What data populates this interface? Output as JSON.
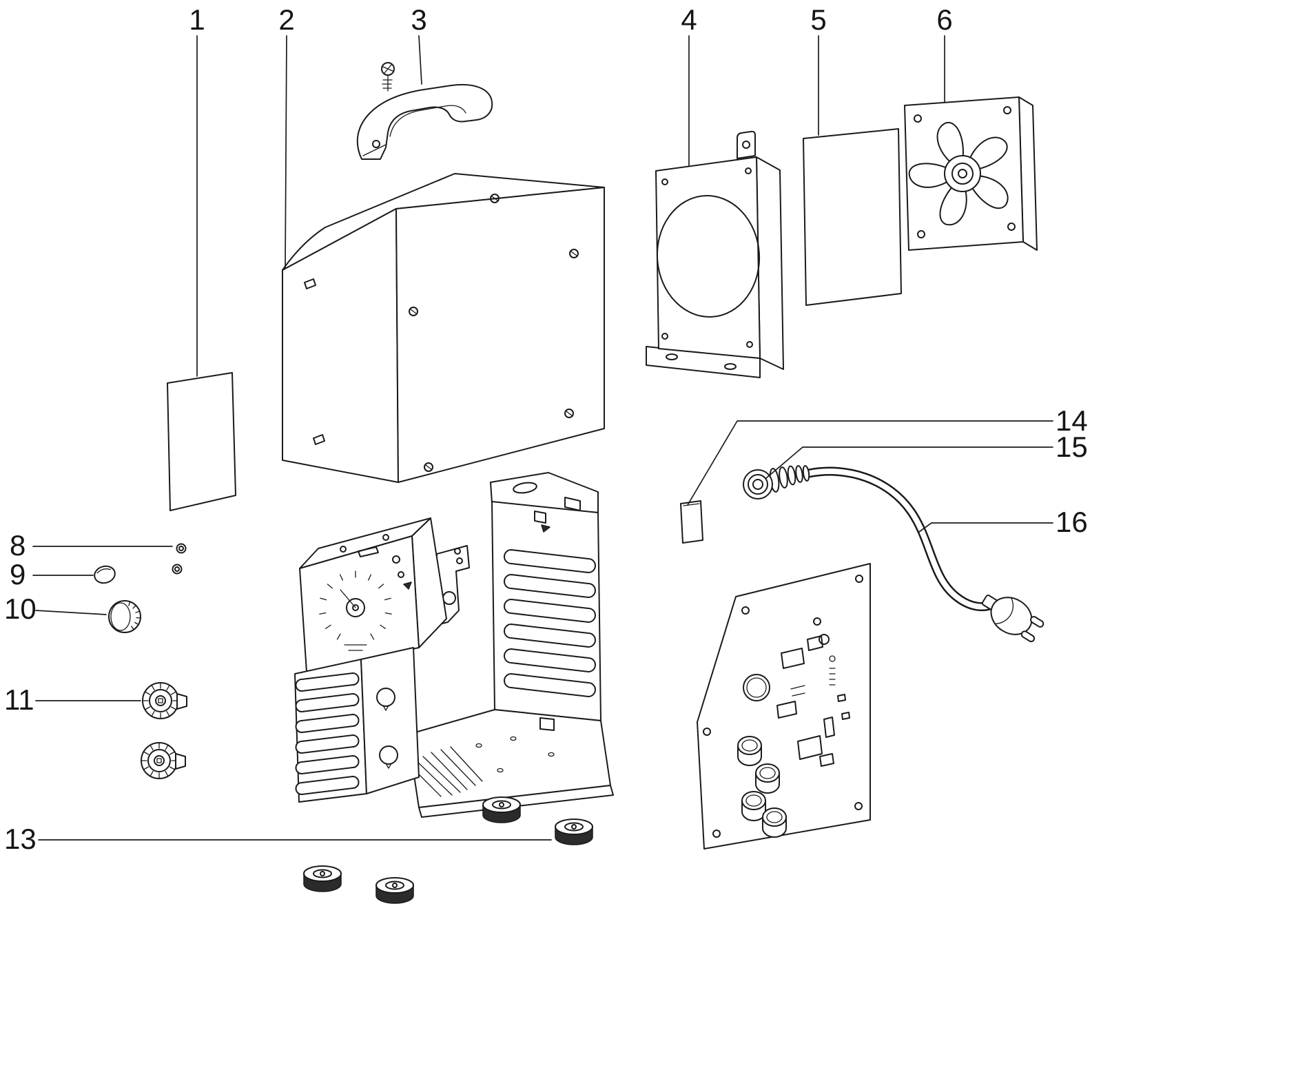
{
  "palette": {
    "background": "#ffffff",
    "line": "#1a1a1a"
  },
  "callouts": [
    {
      "label": "1"
    },
    {
      "label": "2"
    },
    {
      "label": "3"
    },
    {
      "label": "4"
    },
    {
      "label": "5"
    },
    {
      "label": "6"
    },
    {
      "label": "8"
    },
    {
      "label": "9"
    },
    {
      "label": "10"
    },
    {
      "label": "11"
    },
    {
      "label": "13"
    },
    {
      "label": "14"
    },
    {
      "label": "15"
    },
    {
      "label": "16"
    }
  ]
}
